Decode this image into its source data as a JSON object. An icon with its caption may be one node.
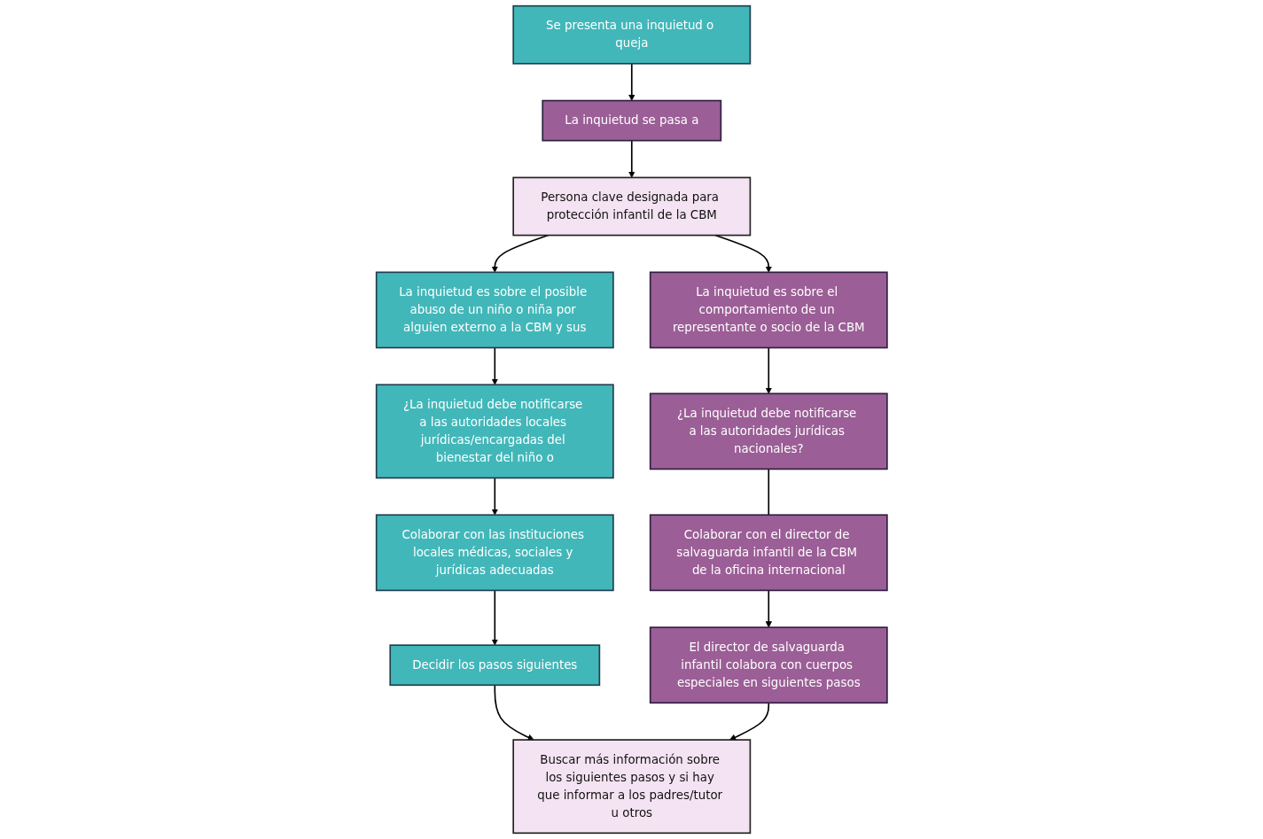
{
  "diagram": {
    "nodes": [
      {
        "text": [
          "Se presenta una inquietud o queja"
        ]
      },
      {
        "text": [
          "La inquietud se pasa a"
        ]
      },
      {
        "text": [
          "Persona clave designada para protección infantil de la CBM"
        ]
      },
      {
        "text": [
          "La inquietud es sobre el posible abuso de un niño o niña por alguien externo a la CBM y sus"
        ]
      },
      {
        "text": [
          "¿La inquietud debe notificarse a las autoridades locales jurídicas/encargadas del bienestar del niño o"
        ]
      },
      {
        "text": [
          "Colaborar con las instituciones locales médicas, sociales y jurídicas adecuadas"
        ]
      },
      {
        "text": [
          "Decidir los pasos siguientes"
        ]
      },
      {
        "text": [
          "La inquietud es sobre el comportamiento de un representante o socio de la CBM"
        ]
      },
      {
        "text": [
          "¿La inquietud debe notificarse a las autoridades jurídicas nacionales?"
        ]
      },
      {
        "text": [
          "Colaborar con el director de salvaguarda infantil de la CBM de la oficina internacional"
        ]
      },
      {
        "text": [
          "El director de salvaguarda infantil colabora con cuerpos especiales en siguientes pasos"
        ]
      },
      {
        "text": [
          "Buscar más información sobre los siguientes pasos y si hay que informar a los padres/tutor u otros"
        ]
      }
    ],
    "edges": [
      {
        "from": 0,
        "to": 1,
        "arrow": "to"
      },
      {
        "from": 1,
        "to": 2,
        "arrow": "to"
      },
      {
        "from": 2,
        "to": 3,
        "arrow": "to"
      },
      {
        "from": 2,
        "to": 7,
        "arrow": "to"
      },
      {
        "from": 3,
        "to": 4,
        "arrow": "to"
      },
      {
        "from": 4,
        "to": 5,
        "arrow": "to"
      },
      {
        "from": 5,
        "to": 6,
        "arrow": "to"
      },
      {
        "from": 6,
        "to": 11,
        "arrow": "to"
      },
      {
        "from": 7,
        "to": 8,
        "arrow": "to"
      },
      {
        "from": 8,
        "to": 9,
        "arrow": "none"
      },
      {
        "from": 9,
        "to": 10,
        "arrow": "to"
      },
      {
        "from": 10,
        "to": 11,
        "arrow": "to"
      }
    ]
  }
}
